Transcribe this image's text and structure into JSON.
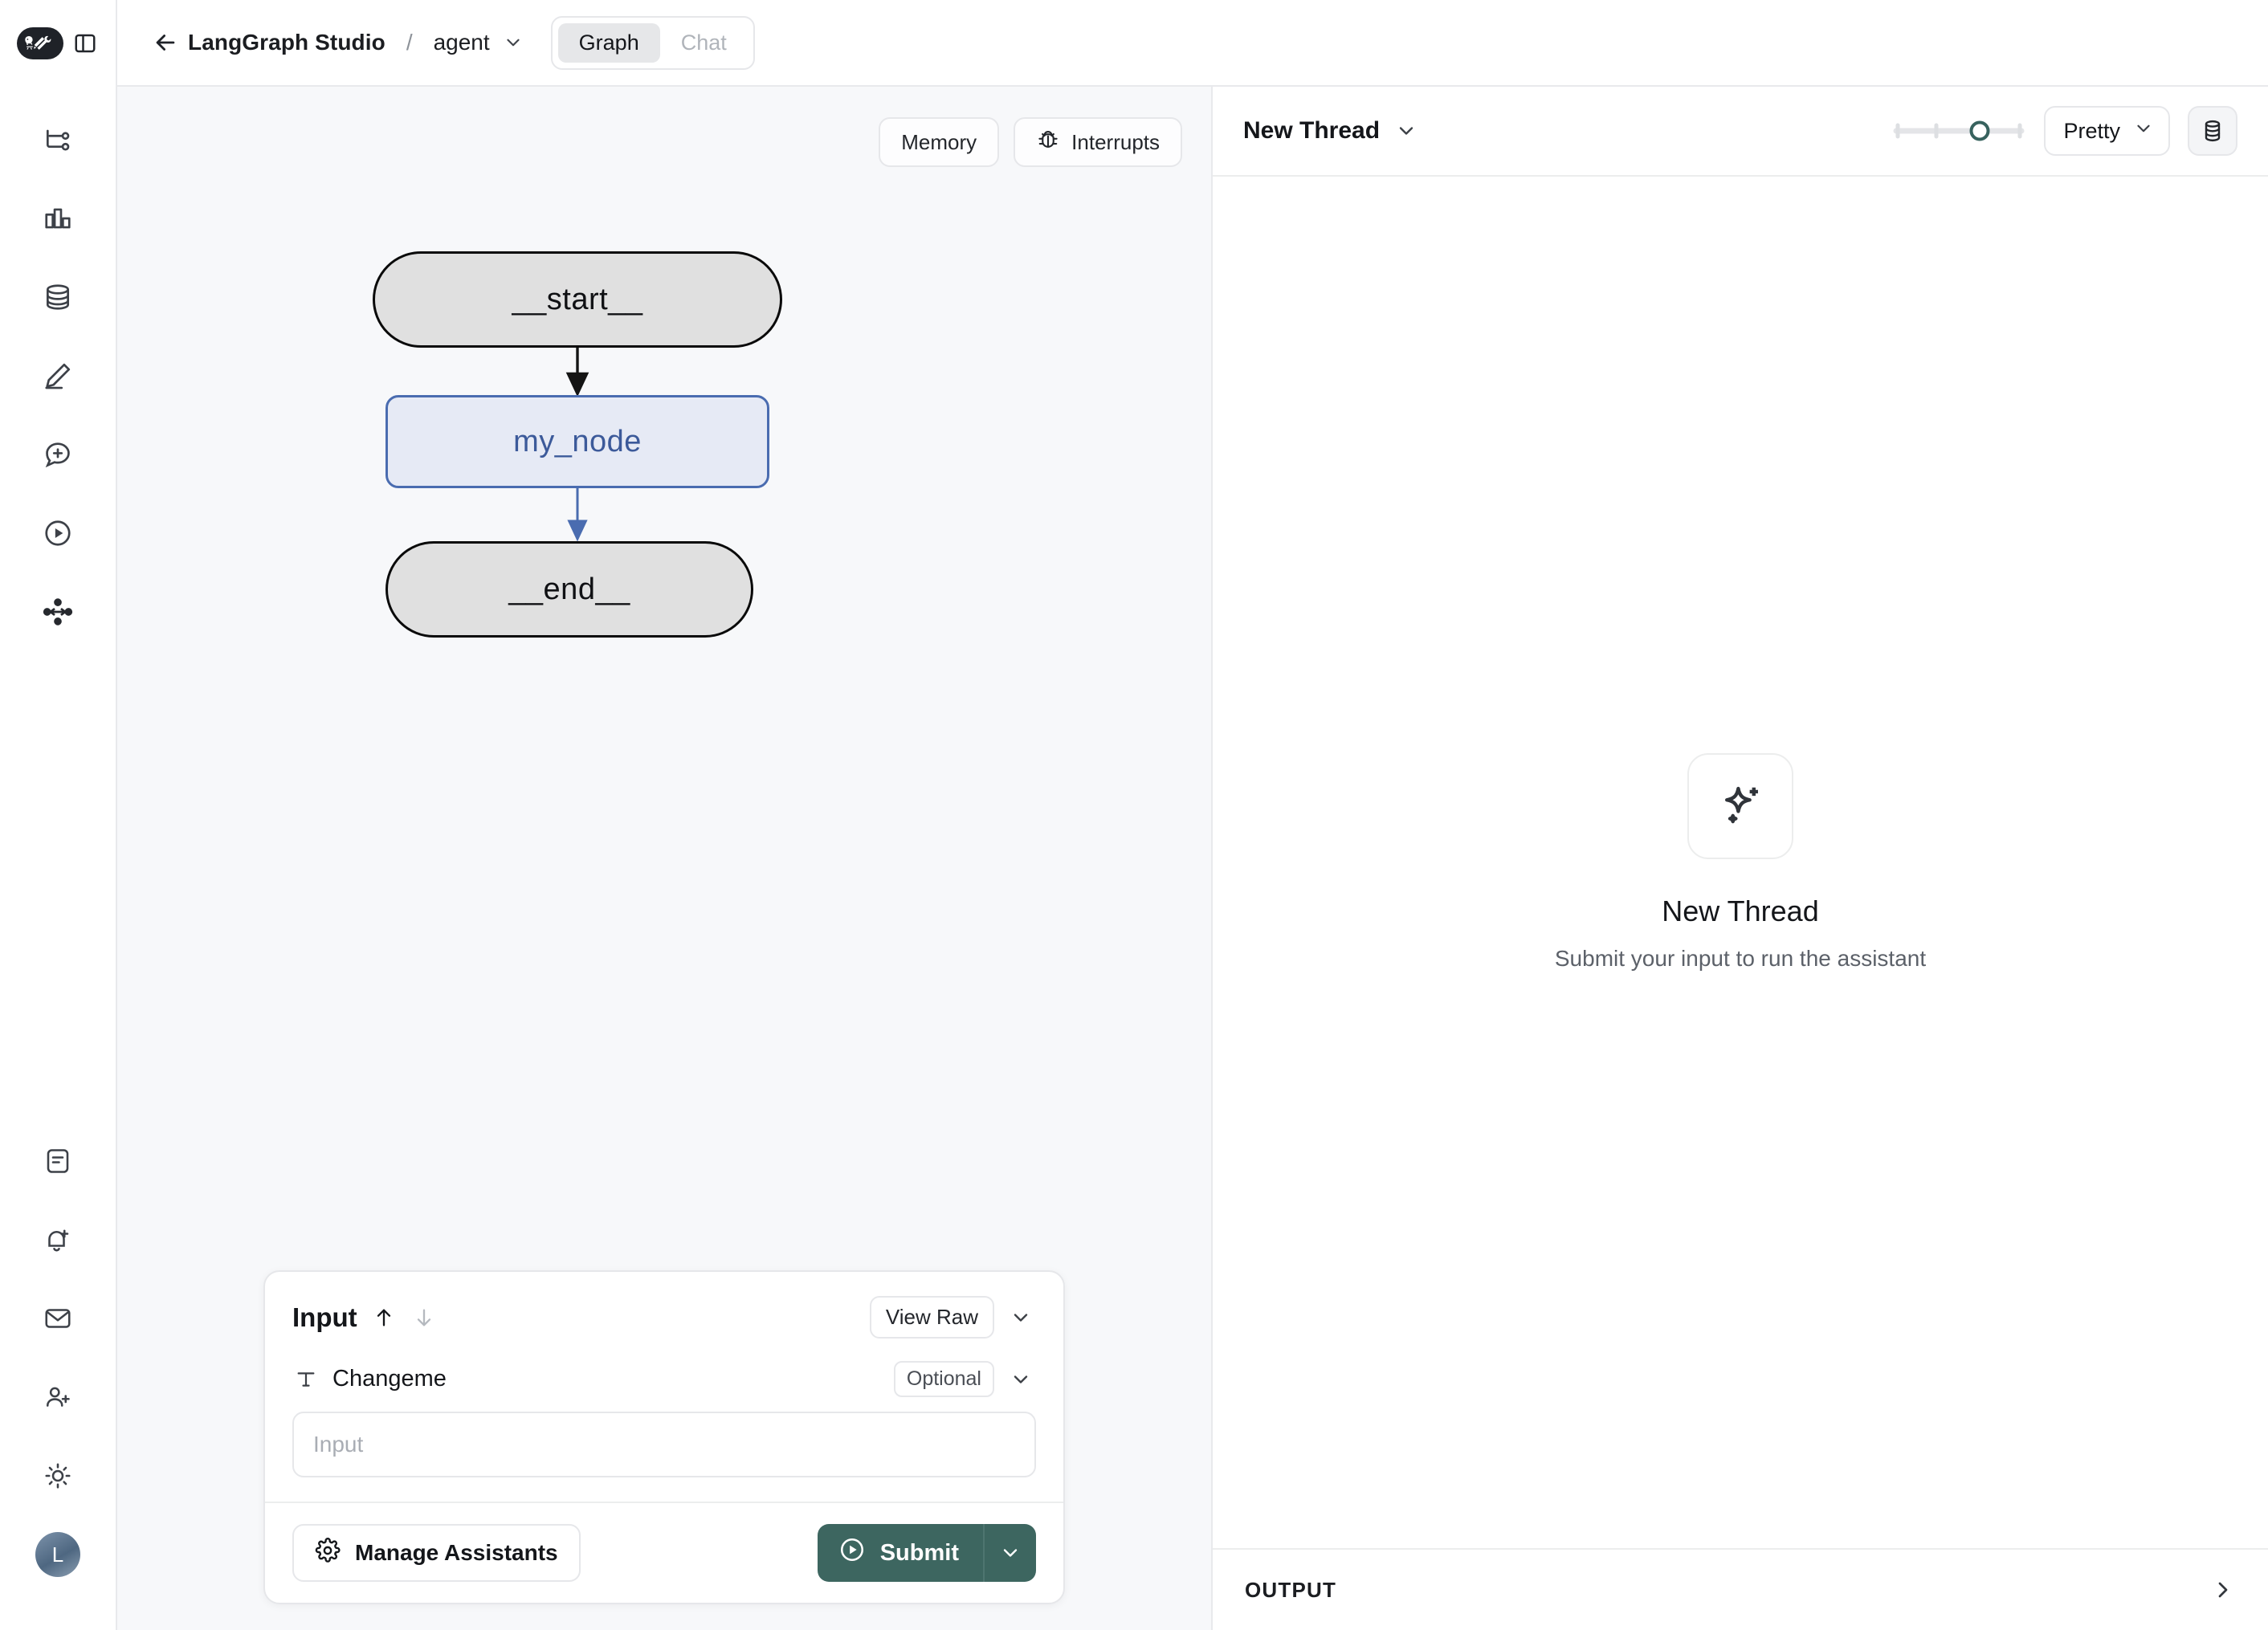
{
  "brand": {
    "logo_icon": "langchain-parrot-tool-logo",
    "panel_toggle_icon": "sidebar-toggle-icon"
  },
  "rail": {
    "top_items": [
      {
        "icon": "graph-branch-icon",
        "name": "graph-branch"
      },
      {
        "icon": "bar-chart-icon",
        "name": "bar-chart"
      },
      {
        "icon": "database-icon",
        "name": "database"
      },
      {
        "icon": "pencil-icon",
        "name": "pencil"
      },
      {
        "icon": "chat-plus-icon",
        "name": "chat-plus"
      },
      {
        "icon": "play-circle-icon",
        "name": "play-circle"
      },
      {
        "icon": "share-network-icon",
        "name": "share-network"
      }
    ],
    "bottom_items": [
      {
        "icon": "notes-icon",
        "name": "notes"
      },
      {
        "icon": "bell-plus-icon",
        "name": "bell-plus"
      },
      {
        "icon": "envelope-icon",
        "name": "envelope"
      },
      {
        "icon": "user-plus-icon",
        "name": "user-plus"
      },
      {
        "icon": "sun-icon",
        "name": "theme-sun"
      }
    ],
    "avatar_initial": "L"
  },
  "topbar": {
    "back_icon": "arrow-left-icon",
    "title": "LangGraph Studio",
    "separator": "/",
    "assistant": "agent",
    "assistant_chevron_icon": "chevron-down-icon",
    "tabs": [
      {
        "label": "Graph",
        "active": true
      },
      {
        "label": "Chat",
        "active": false
      }
    ]
  },
  "graph": {
    "tools": [
      {
        "label": "Memory",
        "icon": null
      },
      {
        "label": "Interrupts",
        "icon": "bug-icon"
      }
    ],
    "nodes": [
      {
        "id": "start",
        "label": "__start__",
        "style": "terminal"
      },
      {
        "id": "my_node",
        "label": "my_node",
        "style": "active"
      },
      {
        "id": "end",
        "label": "__end__",
        "style": "terminal"
      }
    ],
    "edges": [
      {
        "from": "__start__",
        "to": "my_node",
        "color": "#141414"
      },
      {
        "from": "my_node",
        "to": "__end__",
        "color": "#4a6cb0"
      }
    ],
    "colors": {
      "terminal_fill": "#e0e0e0",
      "terminal_border": "#0a0a0a",
      "active_fill": "#e6eaf5",
      "active_border": "#4a6cb0",
      "active_text": "#3c5a9a",
      "canvas_bg": "#f7f8fa"
    }
  },
  "input_panel": {
    "title": "Input",
    "up_icon": "arrow-up-icon",
    "down_icon": "arrow-down-icon",
    "view_raw_label": "View Raw",
    "collapse_icon": "chevron-down-icon",
    "field": {
      "type_icon": "text-type-icon",
      "label": "Changeme",
      "badge": "Optional",
      "badge_chevron_icon": "chevron-down-icon",
      "value": "",
      "placeholder": "Input"
    },
    "manage_assistants_label": "Manage Assistants",
    "manage_assistants_icon": "gear-icon",
    "submit_label": "Submit",
    "submit_icon": "play-circle-icon",
    "submit_caret_icon": "chevron-down-icon",
    "submit_color": "#3d6660"
  },
  "thread": {
    "selector_label": "New Thread",
    "selector_chevron_icon": "chevron-down-icon",
    "slider": {
      "ticks": 4,
      "value_index": 3,
      "handle_color": "#37625e"
    },
    "format_label": "Pretty",
    "format_chevron_icon": "chevron-down-icon",
    "db_icon": "database-stack-icon",
    "empty": {
      "icon": "sparkle-icon",
      "title": "New Thread",
      "subtitle": "Submit your input to run the assistant"
    },
    "output_label": "OUTPUT",
    "output_chevron_icon": "chevron-right-icon"
  }
}
